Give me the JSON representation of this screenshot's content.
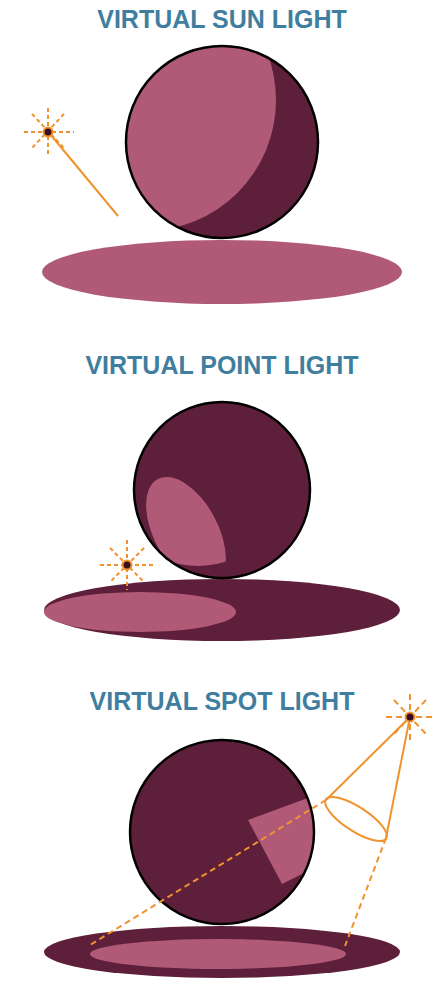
{
  "diagram": {
    "labels": [
      "VIRTUAL SUN LIGHT",
      "VIRTUAL POINT LIGHT",
      "VIRTUAL SPOT LIGHT"
    ]
  }
}
